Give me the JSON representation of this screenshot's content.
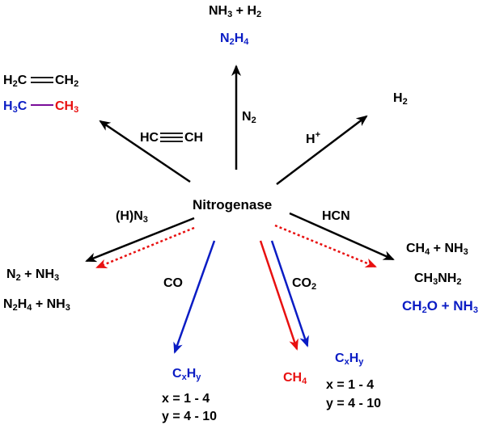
{
  "center_label": "Nitrogenase",
  "substrates": {
    "n2": "N",
    "n2_sub": "2",
    "acetylene_left": "HC",
    "acetylene_right": "CH",
    "proton": "H",
    "proton_sup": "+",
    "azide": "(H)N",
    "azide_sub": "3",
    "hcn": "HCN",
    "co": "CO",
    "co2": "CO",
    "co2_sub": "2"
  },
  "products": {
    "top_line1_a": "NH",
    "top_line1_a_sub": "3",
    "top_line1_b": " + H",
    "top_line1_b_sub": "2",
    "top_line2_a": "N",
    "top_line2_a_sub": "2",
    "top_line2_b": "H",
    "top_line2_b_sub": "4",
    "ethylene_a": "H",
    "ethylene_a_sub": "2",
    "ethylene_b": "C",
    "ethylene_c": "CH",
    "ethylene_c_sub": "2",
    "ethane_a": "H",
    "ethane_a_sub": "3",
    "ethane_b": "C",
    "ethane_c": "CH",
    "ethane_c_sub": "3",
    "h2": "H",
    "h2_sub": "2",
    "left1_a": "N",
    "left1_a_sub": "2",
    "left1_b": " + NH",
    "left1_b_sub": "3",
    "left2_a": "N",
    "left2_a_sub": "2",
    "left2_b": "H",
    "left2_b_sub": "4",
    "left2_c": " + NH",
    "left2_c_sub": "3",
    "right1_a": "CH",
    "right1_a_sub": "4",
    "right1_b": " + NH",
    "right1_b_sub": "3",
    "right2_a": "CH",
    "right2_a_sub": "3",
    "right2_b": "NH",
    "right2_b_sub": "2",
    "right3_a": "CH",
    "right3_a_sub": "2",
    "right3_b": "O + NH",
    "right3_b_sub": "3",
    "cxhy1_c": "C",
    "cxhy1_x": "x",
    "cxhy1_h": "H",
    "cxhy1_y": "y",
    "cxhy1_xrange": "x = 1 - 4",
    "cxhy1_yrange": "y = 4 - 10",
    "ch4": "CH",
    "ch4_sub": "4",
    "cxhy2_c": "C",
    "cxhy2_x": "x",
    "cxhy2_h": "H",
    "cxhy2_y": "y",
    "cxhy2_xrange": "x = 1 - 4",
    "cxhy2_yrange": "y = 4 - 10"
  },
  "colors": {
    "black": "#000000",
    "blue": "#0a1cc4",
    "red": "#e81010"
  }
}
